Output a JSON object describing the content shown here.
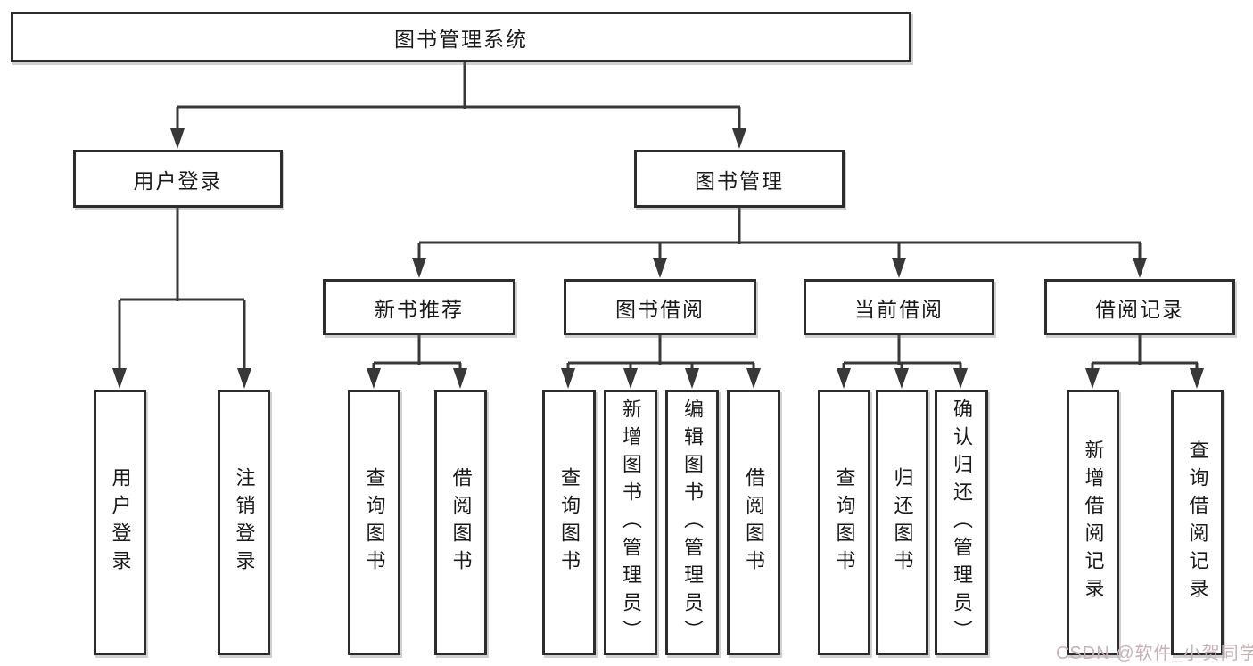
{
  "diagram": {
    "root": {
      "label": "图书管理系统"
    },
    "branches": [
      {
        "label": "用户登录",
        "children": [
          "用户登录",
          "注销登录"
        ]
      },
      {
        "label": "图书管理",
        "groups": [
          {
            "label": "新书推荐",
            "children": [
              "查询图书",
              "借阅图书"
            ]
          },
          {
            "label": "图书借阅",
            "children": [
              "查询图书",
              "新增图书（管理员）",
              "编辑图书（管理员）",
              "借阅图书"
            ]
          },
          {
            "label": "当前借阅",
            "children": [
              "查询图书",
              "归还图书",
              "确认归还（管理员）"
            ]
          },
          {
            "label": "借阅记录",
            "children": [
              "新增借阅记录",
              "查询借阅记录"
            ]
          }
        ]
      }
    ]
  },
  "watermark": {
    "text": "CSDN @软件_小贺同学",
    "color": "#c8b2b7"
  },
  "colors": {
    "line": "#383838",
    "box_border": "#2d2d2d",
    "text": "#1a1a1a",
    "background": "#ffffff"
  }
}
